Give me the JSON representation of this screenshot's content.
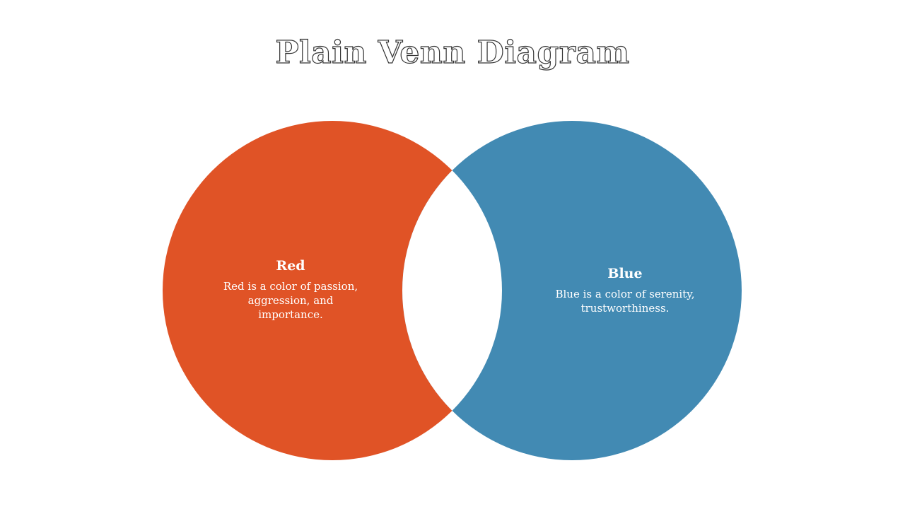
{
  "title": "Plain Venn Diagram",
  "sets": [
    {
      "name": "Red",
      "description": "Red is a color of passion, aggression, and importance.",
      "color": "#E05326"
    },
    {
      "name": "Blue",
      "description": "Blue is a color of serenity, trustworthiness.",
      "color": "#428AB3"
    }
  ],
  "intersection_color": "#FFFFFF",
  "background_color": "#FFFFFF"
}
